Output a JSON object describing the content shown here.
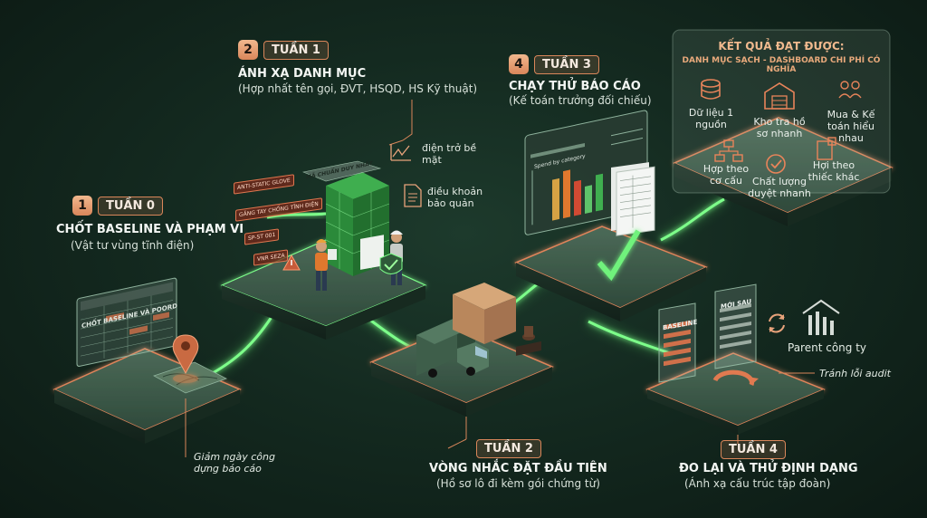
{
  "stages": [
    {
      "number": "1",
      "week": "TUẦN 0",
      "title": "CHỐT BASELINE VÀ PHẠM VI",
      "subtitle": "(Vật tư vùng tĩnh điện)",
      "screen_label": "CHỐT BASELINE VÀ POORD",
      "note": "Giảm ngày công dựng báo cáo"
    },
    {
      "number": "2",
      "week": "TUẦN 1",
      "title": "ÁNH XẠ DANH MỤC",
      "subtitle": "(Hợp nhất tên gọi, ĐVT, HSQD, HS Kỹ thuật)",
      "note_a": "điện trở bề mặt",
      "note_b": "điều khoản bảo quản",
      "board_label": "MÃ CHUẨN DUY NHẤT",
      "tags": [
        "ANTI-STATIC GLOVE",
        "GĂNG TAY CHỐNG TĨNH ĐIỆN",
        "SP-ST 001",
        "VNR SEZA"
      ]
    },
    {
      "number": "",
      "week": "TUẦN 2",
      "title": "VÒNG NHẮC ĐẶT ĐẦU TIÊN",
      "subtitle": "(Hồ sơ lô đi kèm gói chứng từ)"
    },
    {
      "number": "4",
      "week": "TUẦN 3",
      "title": "CHẠY THỬ BÁO CÁO",
      "subtitle": "(Kế toán trưởng đối chiếu)",
      "screen_label": "Spend by category"
    },
    {
      "number": "",
      "week": "TUẦN 4",
      "title": "ĐO LẠI VÀ THỬ ĐỊNH DẠNG",
      "subtitle": "(Ánh xạ cấu trúc tập đoàn)",
      "panel_a": "BASELINE",
      "panel_b": "MỚI SAU",
      "parent_label": "Parent công ty",
      "note": "Tránh lỗi audit"
    }
  ],
  "results": {
    "title": "KẾT QUẢ ĐẠT ĐƯỢC:",
    "subtitle": "DANH MỤC SẠCH - DASHBOARD CHI PHÍ CÓ NGHĨA",
    "items": [
      {
        "label": "Dữ liệu 1 nguồn",
        "icon": "database-icon"
      },
      {
        "label": "Kho tra hồ sơ nhanh",
        "icon": "warehouse-icon"
      },
      {
        "label": "Mua & Kế toán hiểu nhau",
        "icon": "people-money-icon"
      },
      {
        "label": "Hợp theo cơ cấu",
        "icon": "org-chart-icon"
      },
      {
        "label": "Chất lượng duyệt nhanh",
        "icon": "quality-badge-icon"
      },
      {
        "label": "Hợi theo thiếc khác",
        "icon": "stamp-document-icon"
      }
    ]
  },
  "colors": {
    "background": "#142a20",
    "accent_orange": "#d9865a",
    "accent_green": "#6ff27c",
    "platform": "#3f5a4a"
  }
}
